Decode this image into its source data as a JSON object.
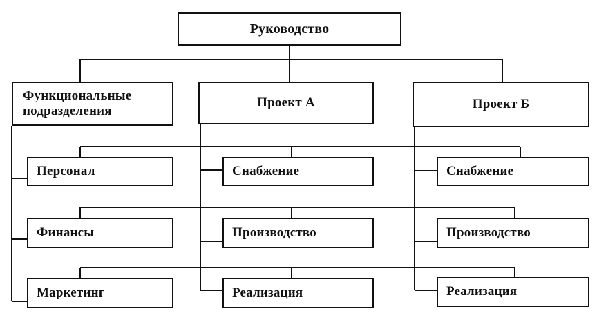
{
  "diagram": {
    "root": "Руководство",
    "columns": [
      {
        "header": "Функциональные подразделения",
        "units": [
          "Персонал",
          "Финансы",
          "Маркетинг"
        ]
      },
      {
        "header": "Проект А",
        "units": [
          "Снабжение",
          "Производство",
          "Реализация"
        ]
      },
      {
        "header": "Проект Б",
        "units": [
          "Снабжение",
          "Производство",
          "Реализация"
        ]
      }
    ]
  },
  "colors": {
    "line": "#111111",
    "box_border": "#111111",
    "background": "#ffffff"
  }
}
